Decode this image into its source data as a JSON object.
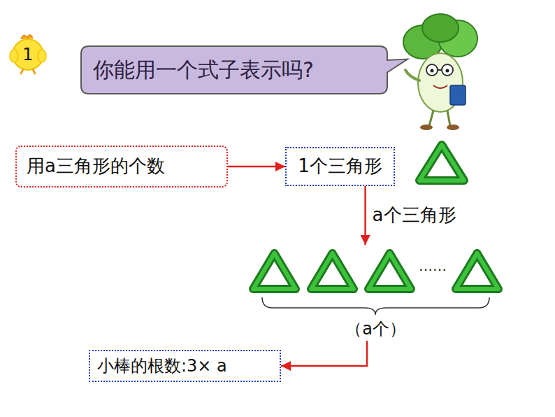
{
  "diagram": {
    "nodes": [
      {
        "text": [
          "你能用一个式子表示吗?"
        ]
      },
      {
        "text": [
          "用a三角形的个数"
        ]
      },
      {
        "text": [
          "1个三角形"
        ]
      },
      {
        "text": [
          "（a个）"
        ]
      },
      {
        "text": [
          "小棒的根数:3× a"
        ]
      }
    ],
    "edges": [
      {
        "from": 1,
        "to": 2,
        "arrow": "to"
      },
      {
        "from": 2,
        "to": 3,
        "arrow": "to",
        "label": "a个三角形"
      },
      {
        "from": 3,
        "to": 4,
        "arrow": "to"
      }
    ],
    "labels": [
      "1",
      "……"
    ]
  }
}
